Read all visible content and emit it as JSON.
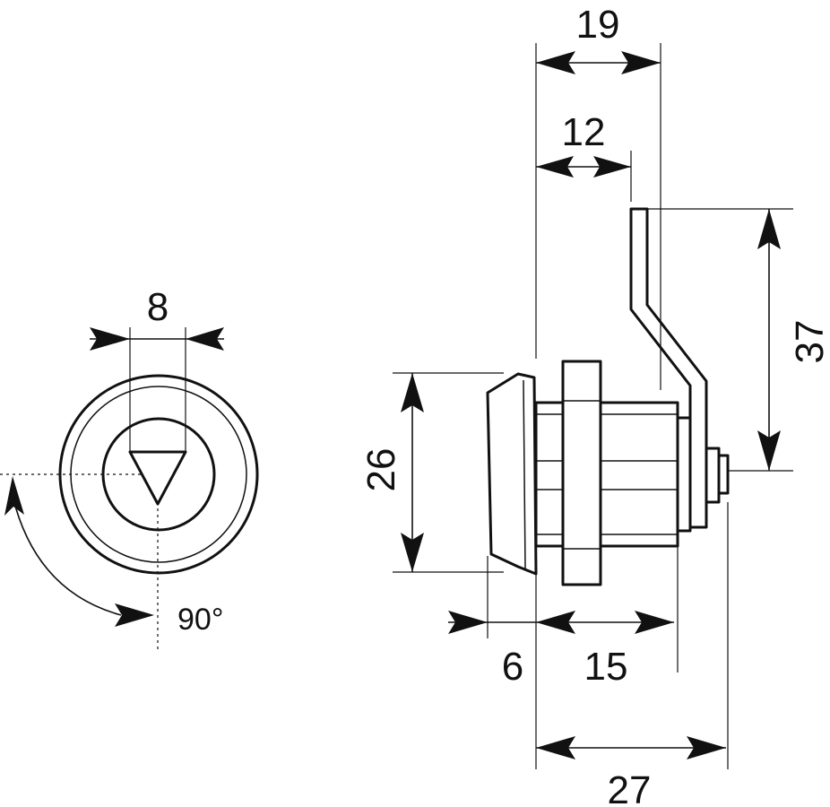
{
  "dimensions": {
    "overall_lever_offset": "19",
    "lever_inner_offset": "12",
    "lever_height": "37",
    "bezel_diameter": "26",
    "key_slot_width": "8",
    "head_thickness": "6",
    "thread_length": "15",
    "overall_length": "27"
  },
  "rotation_angle": "90°",
  "colors": {
    "line": "#111111",
    "background": "#ffffff"
  }
}
